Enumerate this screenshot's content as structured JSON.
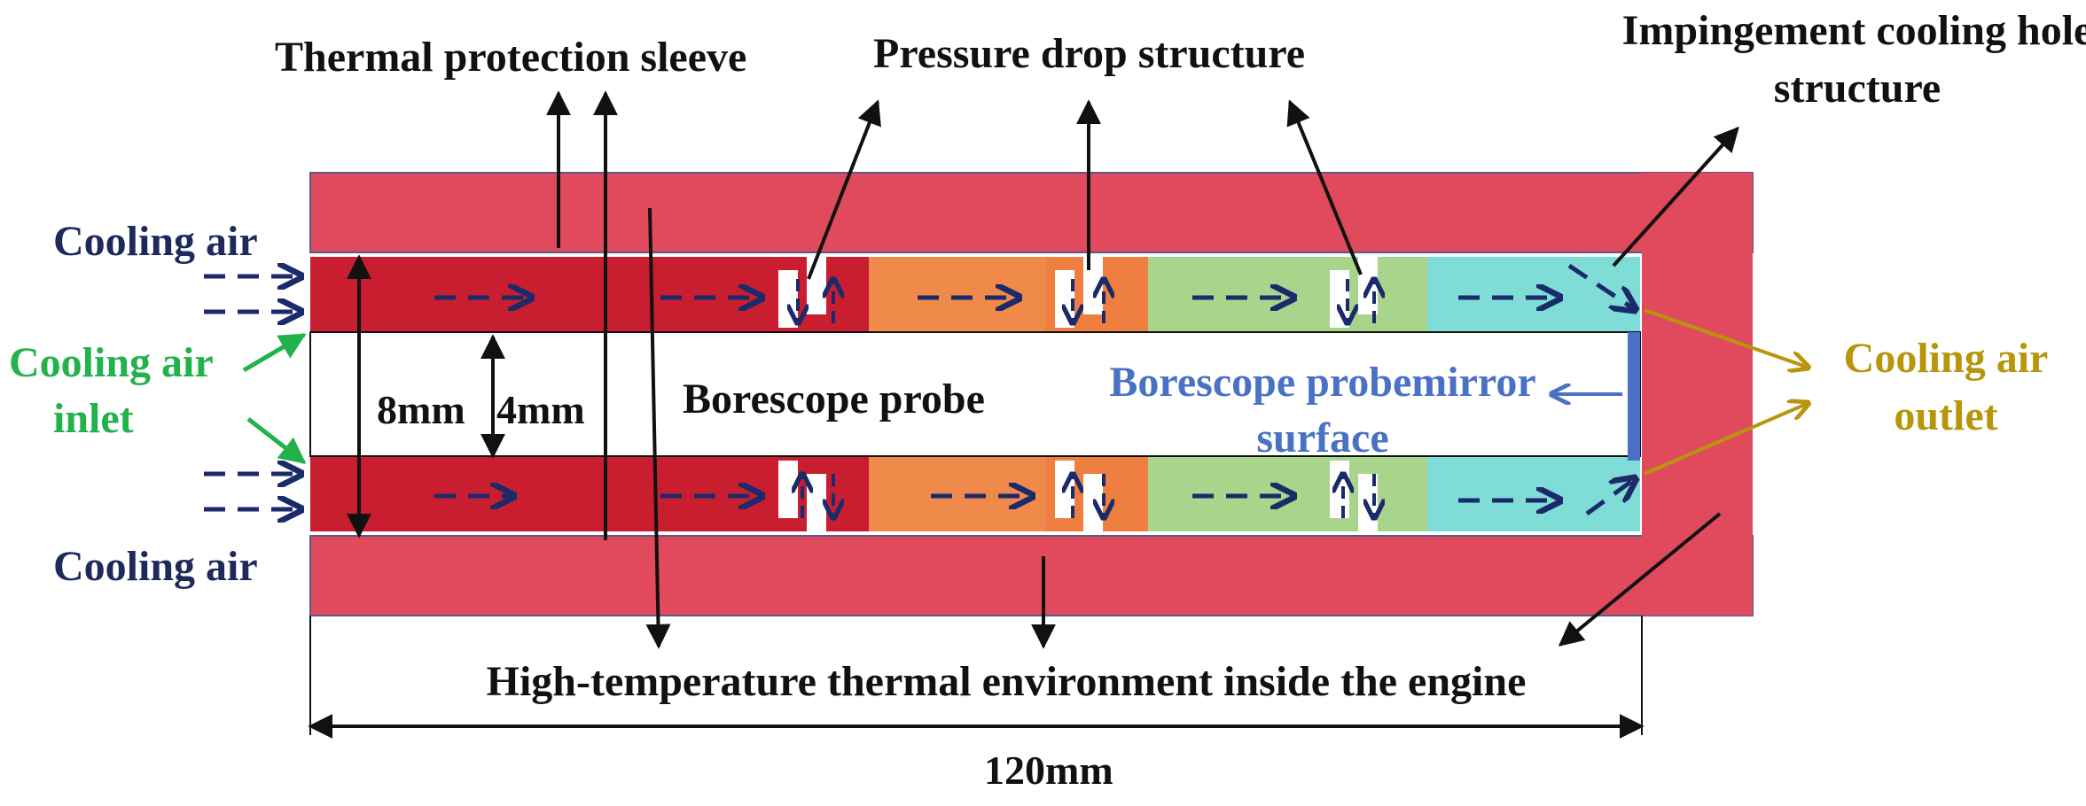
{
  "labels": {
    "thermal_protection_sleeve": "Thermal protection sleeve",
    "pressure_drop_structure": "Pressure drop structure",
    "impingement_line1": "Impingement cooling hole",
    "impingement_line2": "structure",
    "cooling_air_top": "Cooling air",
    "cooling_air_bottom": "Cooling air",
    "cooling_air_inlet_line1": "Cooling air",
    "cooling_air_inlet_line2": "inlet",
    "cooling_air_outlet_line1": "Cooling air",
    "cooling_air_outlet_line2": "outlet",
    "borescope_probe": "Borescope probe",
    "mirror_line1": "Borescope probemirror",
    "mirror_line2": "surface",
    "dim_8mm": "8mm",
    "dim_4mm": "4mm",
    "dim_120mm": "120mm",
    "environment": "High-temperature thermal environment inside the engine"
  },
  "colors": {
    "outer_sleeve": "#e04a5c",
    "inner_channel": "#c81e30",
    "orange_zone": "#f08a4a",
    "green_zone": "#a9d48c",
    "cyan_zone": "#7fdcd6",
    "mirror": "#4a6fc4",
    "flow_arrow": "#1a2a6a",
    "inlet_arrow": "#22b24c",
    "outlet_arrow": "#b8960c"
  }
}
